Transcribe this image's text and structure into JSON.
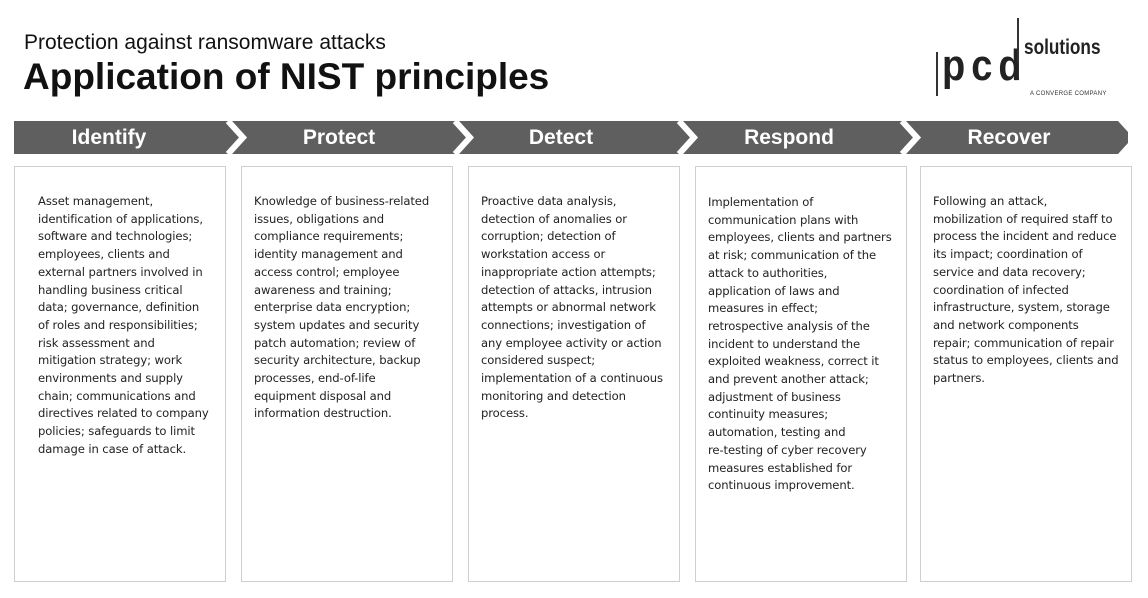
{
  "header": {
    "subtitle": "Protection against ransomware attacks",
    "title": "Application of NIST principles"
  },
  "logo": {
    "mark": "pcd",
    "name": "solutions",
    "tagline": "A CONVERGE COMPANY"
  },
  "colors": {
    "banner": "#5f5f5f",
    "chevron_gap": "#ffffff",
    "box_border": "#cfcfcf",
    "text": "#222222"
  },
  "stages": [
    {
      "label": "Identify",
      "description": "Asset management,\nidentification of applications,\nsoftware and technologies;\nemployees, clients and\nexternal partners involved in\nhandling business critical\ndata; governance, definition\nof roles and responsibilities;\nrisk assessment and\nmitigation strategy; work\nenvironments and supply\nchain; communications and\ndirectives related to company\npolicies; safeguards to limit\ndamage in case of attack."
    },
    {
      "label": "Protect",
      "description": "Knowledge of business-related\nissues, obligations and\ncompliance requirements;\nidentity management and\naccess control; employee\nawareness and training;\nenterprise data encryption;\nsystem updates and security\npatch automation; review of\nsecurity architecture, backup\nprocesses, end-of-life\nequipment disposal and\ninformation destruction."
    },
    {
      "label": "Detect",
      "description": "Proactive data analysis,\ndetection of anomalies or\ncorruption; detection of\nworkstation access or\ninappropriate action attempts;\ndetection of attacks, intrusion\nattempts or abnormal network\nconnections; investigation of\nany employee activity or action\nconsidered suspect;\nimplementation of a continuous\nmonitoring and detection\nprocess."
    },
    {
      "label": "Respond",
      "description": "Implementation of\ncommunication plans with\nemployees, clients and partners\nat risk; communication of the\nattack to authorities,\napplication of laws and\nmeasures in effect;\nretrospective analysis of the\nincident to understand the\nexploited weakness, correct it\nand prevent another attack;\nadjustment of business\ncontinuity measures;\nautomation, testing and\nre-testing of cyber recovery\nmeasures established for\ncontinuous improvement."
    },
    {
      "label": "Recover",
      "description": "Following an attack,\nmobilization of required staff to\nprocess the incident and reduce\nits impact; coordination of\nservice and data recovery;\ncoordination of infected\ninfrastructure, system, storage\nand network components\nrepair; communication of repair\nstatus to employees, clients and\npartners."
    }
  ]
}
